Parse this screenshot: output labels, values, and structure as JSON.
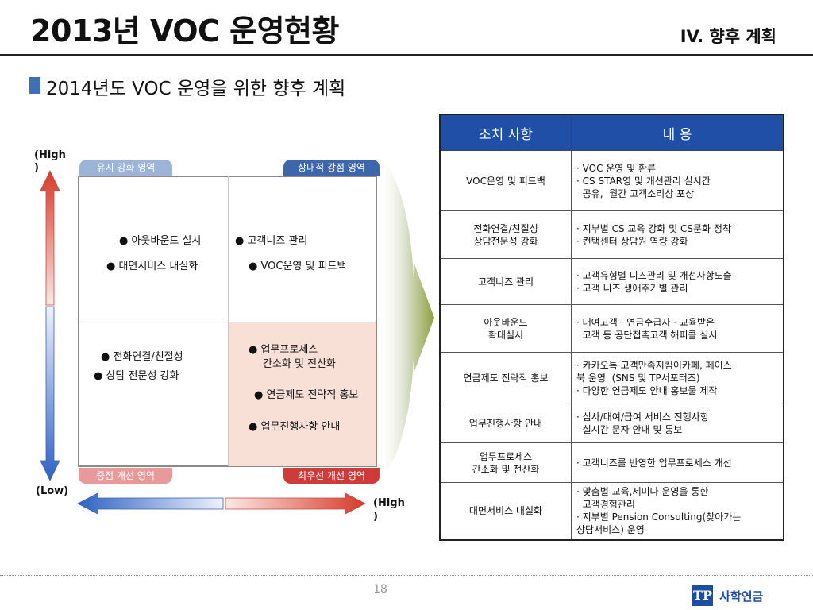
{
  "header": {
    "title": "2013년 VOC 운영현황",
    "section": "IV. 향후 계획"
  },
  "subtitle": "2014년도 VOC 운영을 위한 향후 계획",
  "matrix": {
    "quadrant_labels": {
      "top_left": "유지 강화 영역",
      "top_right": "상대적 강점 영역",
      "bottom_left": "중점 개선 영역",
      "bottom_right": "최우선 개선 영역"
    },
    "axis": {
      "y_high_1": "(High",
      "y_high_2": ")",
      "y_low": "(Low)",
      "x_high_1": "(High",
      "x_high_2": ")"
    },
    "items": {
      "tl_1": "● 아웃바운드 실시",
      "tl_2": "●  대면서비스 내실화",
      "tr_1": "● 고객니즈 관리",
      "tr_2": "● VOC운영 및 피드백",
      "bl_1": "● 전화연결/친절성",
      "bl_2": "● 상담 전문성 강화",
      "br_1a": "● 업무프로세스",
      "br_1b": "간소화 및 전산화",
      "br_2": "● 연금제도 전략적 홍보",
      "br_3": "● 업무진행사항 안내"
    }
  },
  "table": {
    "headers": [
      "조치 사항",
      "내      용"
    ],
    "rows": [
      {
        "action": [
          "VOC운영 및 피드백"
        ],
        "details": [
          "· VOC 운영 및 환류",
          "· CS STAR영 및 개선관리 실시간",
          "  공유,  월간 고객소리상 포상"
        ]
      },
      {
        "action": [
          "전화연결/친절성",
          "상담전문성 강화"
        ],
        "details": [
          "· 지부별 CS 교육 강화 및 CS문화 정착",
          "· 컨택센터 상담원 역량 강화"
        ]
      },
      {
        "action": [
          "고객니즈 관리"
        ],
        "details": [
          "· 고객유형별 니즈관리 및 개선사항도출",
          "· 고객 니즈 생애주기별 관리"
        ]
      },
      {
        "action": [
          "아웃바운드",
          "확대실시"
        ],
        "details": [
          "· 대여고객 · 연금수급자 · 교육받은",
          "  고객 등 공단접촉고객 해피콜 실시"
        ]
      },
      {
        "action": [
          "연금제도 전략적 홍보"
        ],
        "details": [
          "· 카카오톡 고객만족지킴이카페, 페이스",
          "북 운영  (SNS 및 TP서포터즈)",
          "· 다양한 연금제도 안내 홍보물 제작"
        ]
      },
      {
        "action": [
          "업무진행사항 안내"
        ],
        "details": [
          "· 심사/대여/급여 서비스 진행사항",
          "  실시간 문자 안내 및 통보"
        ]
      },
      {
        "action": [
          "업무프로세스",
          "간소화 및 전산화"
        ],
        "details": [
          "· 고객니즈를 반영한 업무프로세스 개선"
        ]
      },
      {
        "action": [
          "대면서비스 내실화"
        ],
        "details": [
          "· 맞춤별 교육,세미나 운영을 통한",
          "  고객경험관리",
          "· 지부별 Pension Consulting(찾아가는",
          "상담서비스) 운영"
        ]
      }
    ]
  },
  "footer": {
    "page_number": "18",
    "logo_mark": "TP",
    "logo_text": "사학연금"
  },
  "colors": {
    "table_header": "#1f4fa6",
    "tag_top_left": "#9cb4d8",
    "tag_top_right": "#3e66ad",
    "tag_bottom_left": "#e89a9b",
    "tag_bottom_right": "#cf3b3a",
    "quadrant_highlight": "#f8e0d7"
  }
}
